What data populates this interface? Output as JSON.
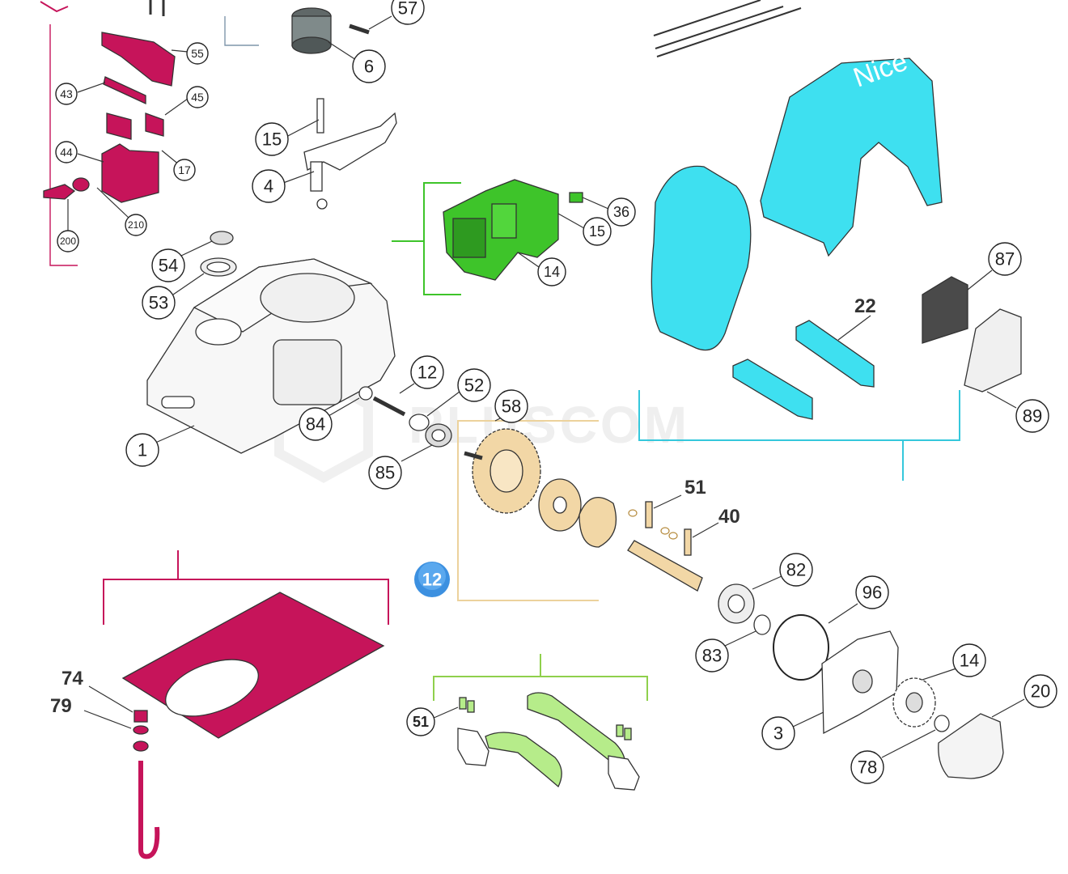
{
  "watermark": "PLUSCOM",
  "brand_on_cover": "Nice",
  "group_badge": "12",
  "callouts_large": [
    "57",
    "6",
    "15",
    "4",
    "36",
    "15",
    "14",
    "54",
    "53",
    "12",
    "52",
    "58",
    "84",
    "85",
    "1",
    "87",
    "89",
    "82",
    "96",
    "83",
    "14",
    "20",
    "3",
    "78",
    "51"
  ],
  "callouts_small": [
    "55",
    "43",
    "45",
    "44",
    "17",
    "210",
    "200"
  ],
  "bold_labels": [
    "22",
    "51",
    "40",
    "74",
    "79"
  ],
  "colors": {
    "magenta": "#c6145a",
    "green": "#3ec42a",
    "cyan": "#3ee0f0",
    "bracket_cyan": "#35c8dc",
    "bracket_green": "#8fd04c",
    "bracket_tan": "#ecd29c",
    "badge_blue": "#3c90e0",
    "tan_part": "#f2d7a6",
    "light_green": "#b6ec8a"
  }
}
